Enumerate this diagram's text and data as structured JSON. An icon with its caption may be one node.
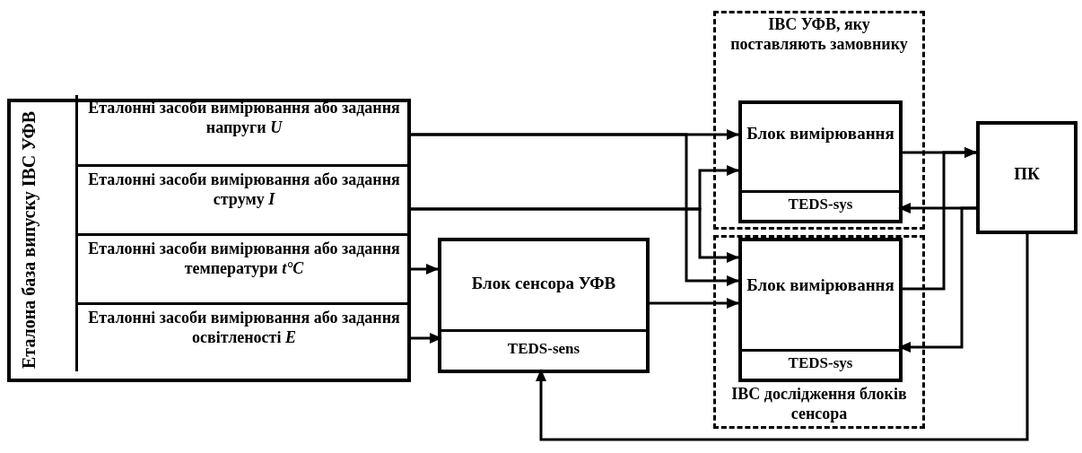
{
  "diagram": {
    "nodes": [
      {
        "text": [
          "Еталона база випуску ІВС УФВ"
        ]
      },
      {
        "text": [
          "Еталонні засоби вимірювання або задання напруги *U*"
        ],
        "in": 0
      },
      {
        "text": [
          "Еталонні засоби вимірювання або задання струму *I*"
        ],
        "in": 0
      },
      {
        "text": [
          "Еталонні засоби вимірювання або задання температури *t°C*"
        ],
        "in": 0
      },
      {
        "text": [
          "Еталонні засоби вимірювання або задання освітленості *E*"
        ],
        "in": 0
      },
      {
        "text": [
          "ІВС УФВ, яку поставляють замовнику"
        ]
      },
      {
        "text": [
          "Блок вимірювання"
        ],
        "in": 5
      },
      {
        "text": [
          "TEDS-sys"
        ],
        "in": 6
      },
      {
        "text": [
          "Блок сенсора УФВ"
        ]
      },
      {
        "text": [
          "TEDS-sens"
        ],
        "in": 8
      },
      {
        "text": [
          "ІВС дослідження блоків сенсора"
        ]
      },
      {
        "text": [
          "Блок вимірювання"
        ],
        "in": 10
      },
      {
        "text": [
          "TEDS-sys"
        ],
        "in": 11
      },
      {
        "text": [
          "ПК"
        ]
      }
    ],
    "edges": [
      {
        "from": 1,
        "to": 6,
        "arrow": "to"
      },
      {
        "from": 1,
        "to": 11,
        "arrow": "to"
      },
      {
        "from": 2,
        "to": 6,
        "arrow": "to"
      },
      {
        "from": 2,
        "to": 11,
        "arrow": "to"
      },
      {
        "from": 3,
        "to": 8,
        "arrow": "to"
      },
      {
        "from": 4,
        "to": 9,
        "arrow": "to"
      },
      {
        "from": 8,
        "to": 11,
        "arrow": "to"
      },
      {
        "from": 6,
        "to": 13,
        "arrow": "to"
      },
      {
        "from": 11,
        "to": 13,
        "arrow": "to"
      },
      {
        "from": 13,
        "to": 7,
        "arrow": "to"
      },
      {
        "from": 13,
        "to": 12,
        "arrow": "to"
      },
      {
        "from": 13,
        "to": 9,
        "arrow": "to"
      }
    ]
  }
}
